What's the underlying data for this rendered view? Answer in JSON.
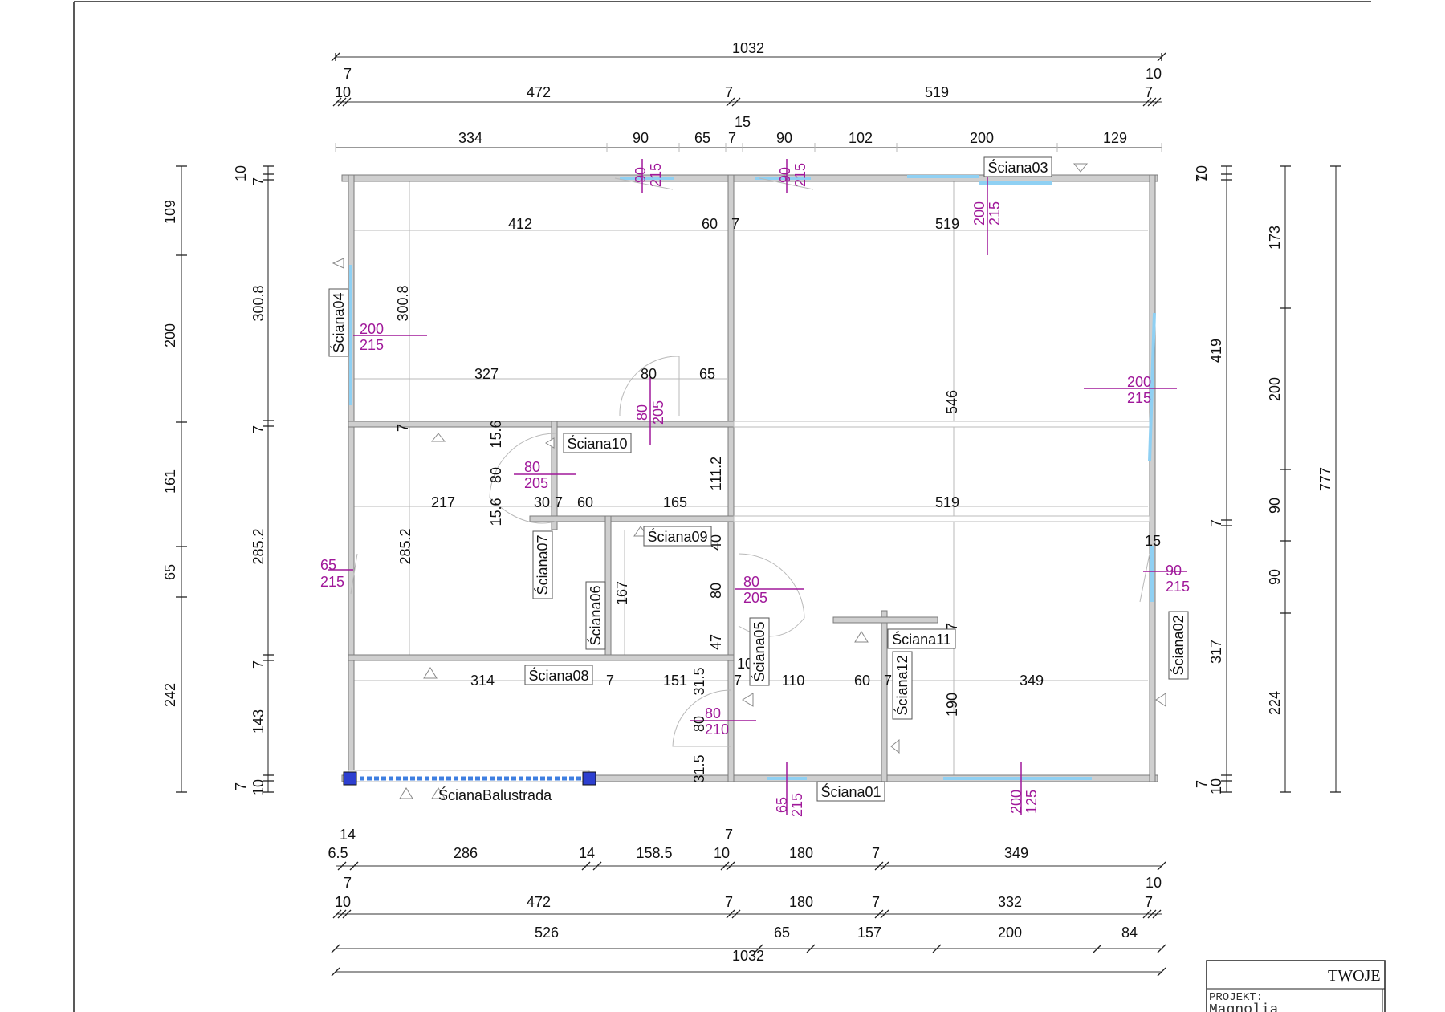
{
  "dims": {
    "top_overall": "1032",
    "top_row1": [
      "7",
      "10",
      "472",
      "7",
      "519",
      "10",
      "7"
    ],
    "top_row2": [
      "334",
      "90",
      "65",
      "7",
      "15",
      "90",
      "102",
      "200",
      "129"
    ],
    "left_outer": [
      "109",
      "200",
      "161",
      "65",
      "242"
    ],
    "left_inner": [
      "10",
      "7",
      "300.8",
      "7",
      "285.2",
      "7",
      "143",
      "7",
      "10"
    ],
    "right_inner": [
      "10",
      "7",
      "419",
      "7",
      "317",
      "7",
      "10"
    ],
    "right_outer": [
      "173",
      "200",
      "90",
      "90",
      "224"
    ],
    "right_total": "777",
    "bottom_row1": [
      "14",
      "6.5",
      "286",
      "14",
      "158.5",
      "7",
      "10",
      "180",
      "7",
      "349"
    ],
    "bottom_row2": [
      "7",
      "10",
      "472",
      "7",
      "180",
      "7",
      "332",
      "10",
      "7"
    ],
    "bottom_row3": [
      "526",
      "65",
      "157",
      "200",
      "84"
    ],
    "bottom_overall": "1032",
    "interior": [
      "412",
      "60",
      "7",
      "519",
      "300.8",
      "327",
      "80",
      "65",
      "546",
      "7",
      "15.6",
      "80",
      "15.6",
      "111.2",
      "217",
      "30",
      "7",
      "60",
      "165",
      "519",
      "285.2",
      "167",
      "40",
      "80",
      "47",
      "10",
      "314",
      "7",
      "151",
      "31.5",
      "7",
      "110",
      "60",
      "7",
      "349",
      "80",
      "31.5",
      "190",
      "7",
      "15"
    ]
  },
  "openings": [
    {
      "w": "90",
      "h": "215"
    },
    {
      "w": "90",
      "h": "215"
    },
    {
      "w": "200",
      "h": "215"
    },
    {
      "w": "200",
      "h": "215"
    },
    {
      "w": "80",
      "h": "205"
    },
    {
      "w": "200",
      "h": "215"
    },
    {
      "w": "80",
      "h": "205"
    },
    {
      "w": "65",
      "h": "215"
    },
    {
      "w": "80",
      "h": "205"
    },
    {
      "w": "90",
      "h": "215"
    },
    {
      "w": "80",
      "h": "210"
    },
    {
      "w": "65",
      "h": "215"
    },
    {
      "w": "200",
      "h": "125"
    }
  ],
  "walls": [
    "Ściana01",
    "Ściana02",
    "Ściana03",
    "Ściana04",
    "Ściana05",
    "Ściana06",
    "Ściana07",
    "Ściana08",
    "Ściana09",
    "Ściana10",
    "Ściana11",
    "Ściana12",
    "ŚcianaBalustrada"
  ],
  "title_block": {
    "company": "TWOJE",
    "label": "PROJEKT:",
    "name": "Magnolia"
  }
}
